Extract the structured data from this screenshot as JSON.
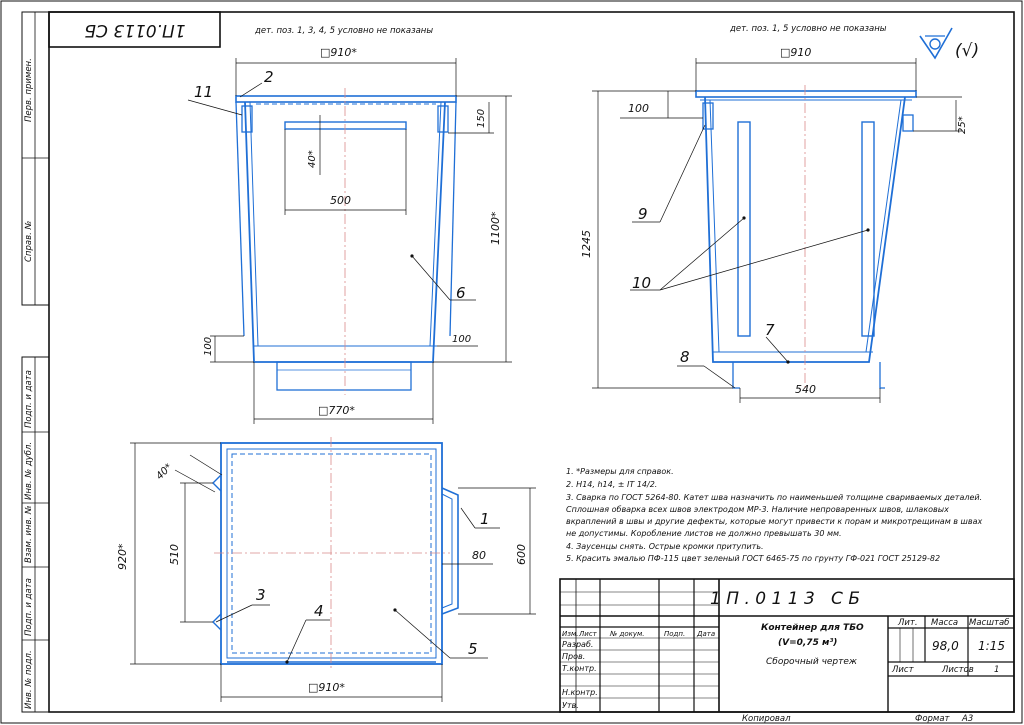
{
  "drawing": {
    "stamp_code": "1П.0113 СБ",
    "side_margin_labels": [
      "Перв. примен.",
      "Справ. №",
      "Подп. и дата",
      "Инв. № дубл.",
      "Взам. инв. №",
      "Подп. и дата",
      "Инв. № подл."
    ],
    "roughness": "(√)"
  },
  "views": {
    "front": {
      "note": "дет. поз. 1, 3, 4, 5 условно не показаны",
      "dim_top": "□910*",
      "dim_bottom": "□770*",
      "dim_height": "1100*",
      "dim_slot": "500",
      "dim_40": "40*",
      "dim_150": "150",
      "dim_100_left": "100",
      "dim_100_right": "100",
      "callouts": [
        "11",
        "2",
        "6"
      ]
    },
    "side": {
      "note": "дет. поз. 1, 5 условно не показаны",
      "dim_top": "□910",
      "dim_height": "1245",
      "dim_100": "100",
      "dim_25": "25*",
      "dim_540": "540",
      "callouts": [
        "9",
        "10",
        "7",
        "8"
      ]
    },
    "plan": {
      "dim_40": "40*",
      "dim_510": "510",
      "dim_920": "920*",
      "dim_80": "80",
      "dim_600": "600",
      "dim_910": "□910*",
      "callouts": [
        "1",
        "3",
        "4",
        "5"
      ]
    }
  },
  "notes": [
    "1.  *Размеры для справок.",
    "2.  Н14, h14, ± IT 14/2.",
    "3.  Сварка по ГОСТ 5264-80. Катет шва назначить по наименьшей толщине свариваемых деталей.",
    "Сплошная обварка всех швов электродом МР-3. Наличие непроваренных швов, шлаковых",
    "вкраплений в швы и другие дефекты, которые могут привести к порам и микротрещинам в швах",
    "не допустимы. Коробление листов не должно превышать 30 мм.",
    "4.  Заусенцы снять. Острые кромки притупить.",
    "5.  Красить эмалью ПФ-115 цвет зеленый ГОСТ 6465-75 по грунту ГФ-021 ГОСТ 25129-82"
  ],
  "title_block": {
    "code": "1П.0113 СБ",
    "title_line1": "Контейнер для ТБО",
    "title_line2": "(V=0,75 м³)",
    "title_line3": "Сборочный чертеж",
    "col_headers": [
      "Изм.",
      "Лист",
      "№ докум.",
      "Подп.",
      "Дата"
    ],
    "row_labels": [
      "Разраб.",
      "Пров.",
      "Т.контр.",
      "",
      "Н.контр.",
      "Утв."
    ],
    "lit_label": "Лит.",
    "mass_label": "Масса",
    "scale_label": "Масштаб",
    "mass": "98,0",
    "scale": "1:15",
    "sheet_label": "Лист",
    "sheets_label": "Листов",
    "sheets": "1"
  },
  "footer": {
    "copied": "Копировал",
    "format_label": "Формат",
    "format": "А3"
  }
}
